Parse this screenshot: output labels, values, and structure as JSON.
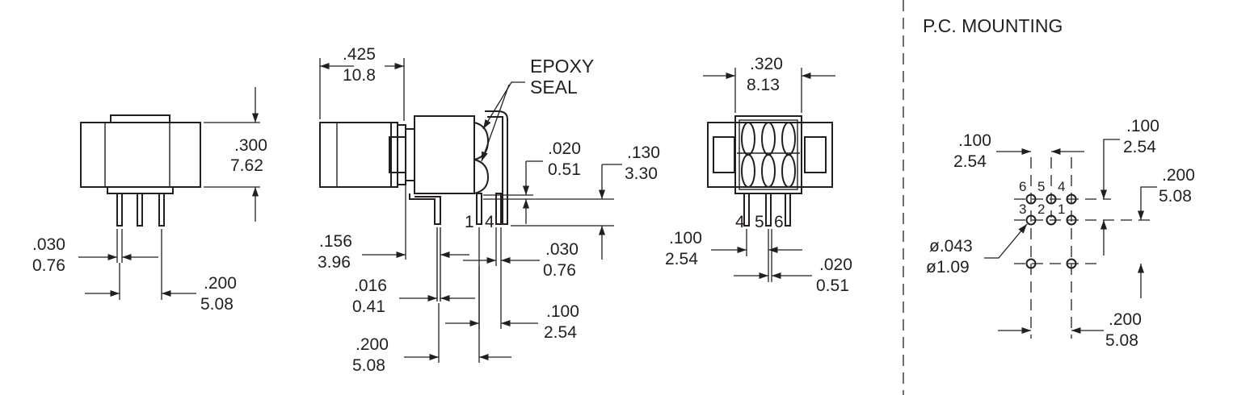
{
  "header": {
    "title": "P.C. MOUNTING"
  },
  "labels": {
    "epoxy_1": "EPOXY",
    "epoxy_2": "SEAL"
  },
  "front_view": {
    "height_in": ".300",
    "height_mm": "7.62",
    "pin_in": ".030",
    "pin_mm": "0.76",
    "spacing_in": ".200",
    "spacing_mm": "5.08"
  },
  "side_view": {
    "body_in": ".425",
    "body_mm": "10.8",
    "offset_in": ".156",
    "offset_mm": "3.96",
    "lead_in": ".016",
    "lead_mm": "0.41",
    "span_in": ".200",
    "span_mm": "5.08",
    "gap_in": ".020",
    "gap_mm": "0.51",
    "standoff_in": ".130",
    "standoff_mm": "3.30",
    "pinw_in": ".030",
    "pinw_mm": "0.76",
    "pitch_in": ".100",
    "pitch_mm": "2.54",
    "pin_num_a": "1",
    "pin_num_b": "4"
  },
  "end_view": {
    "width_in": ".320",
    "width_mm": "8.13",
    "pitch_in": ".100",
    "pitch_mm": "2.54",
    "pin_in": ".020",
    "pin_mm": "0.51",
    "pin_nums": [
      "4",
      "5",
      "6"
    ]
  },
  "pc_mounting": {
    "pitch_l_in": ".100",
    "pitch_l_mm": "2.54",
    "pitch_r_in": ".100",
    "pitch_r_mm": "2.54",
    "row_in": ".200",
    "row_mm": "5.08",
    "col_in": ".200",
    "col_mm": "5.08",
    "hole_in": "ø.043",
    "hole_mm": "ø1.09",
    "top_row_nums": [
      "6",
      "5",
      "4"
    ],
    "mid_row_nums": [
      "3",
      "2",
      "1"
    ]
  }
}
